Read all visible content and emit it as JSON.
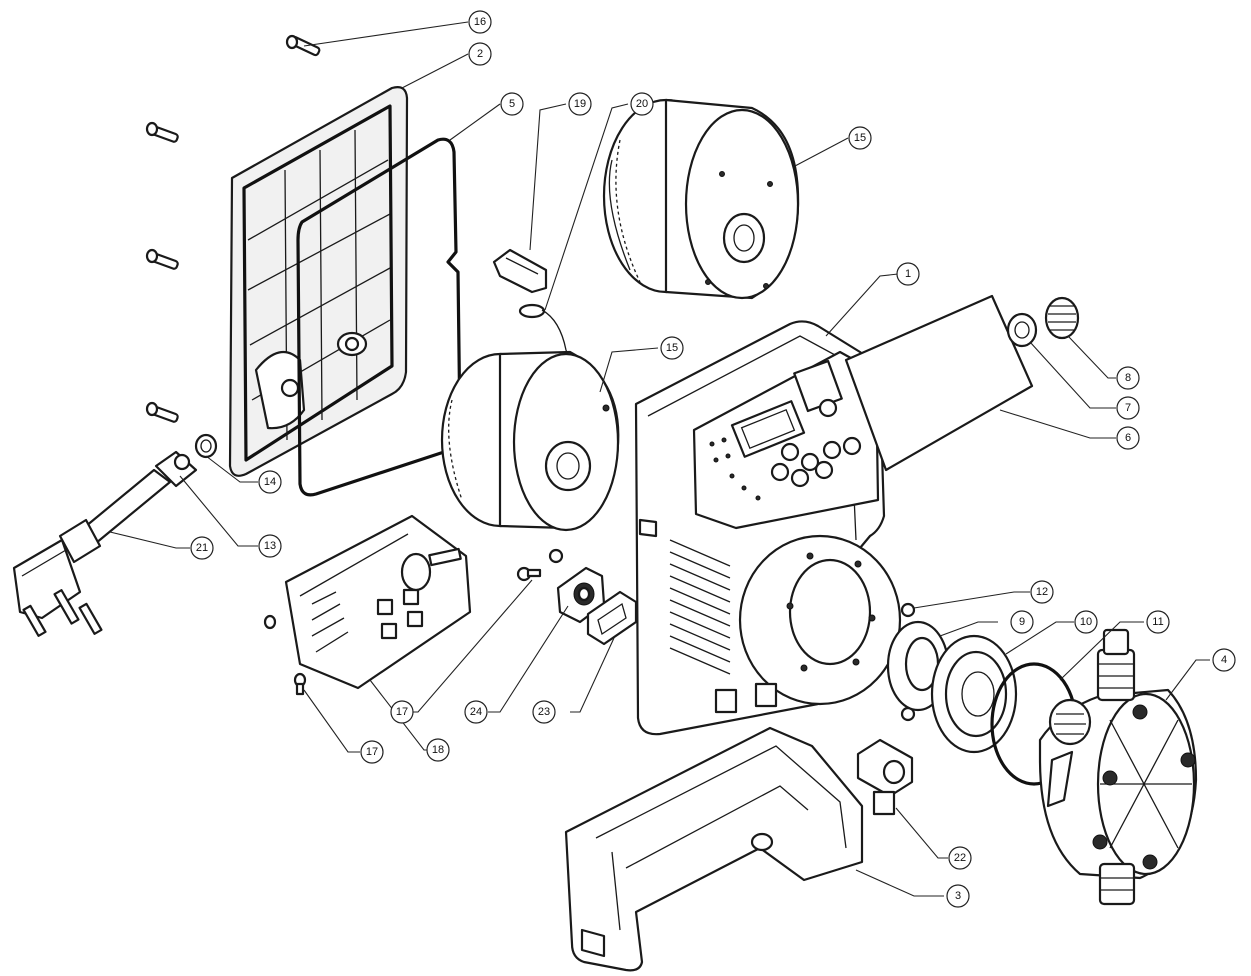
{
  "callouts": [
    {
      "id": "c16",
      "label": "16"
    },
    {
      "id": "c2",
      "label": "2"
    },
    {
      "id": "c5",
      "label": "5"
    },
    {
      "id": "c19",
      "label": "19"
    },
    {
      "id": "c20",
      "label": "20"
    },
    {
      "id": "c15a",
      "label": "15"
    },
    {
      "id": "c15b",
      "label": "15"
    },
    {
      "id": "c1",
      "label": "1"
    },
    {
      "id": "c8",
      "label": "8"
    },
    {
      "id": "c7",
      "label": "7"
    },
    {
      "id": "c6",
      "label": "6"
    },
    {
      "id": "c14",
      "label": "14"
    },
    {
      "id": "c13",
      "label": "13"
    },
    {
      "id": "c21",
      "label": "21"
    },
    {
      "id": "c12",
      "label": "12"
    },
    {
      "id": "c9",
      "label": "9"
    },
    {
      "id": "c10",
      "label": "10"
    },
    {
      "id": "c11",
      "label": "11"
    },
    {
      "id": "c4",
      "label": "4"
    },
    {
      "id": "c17a",
      "label": "17"
    },
    {
      "id": "c24",
      "label": "24"
    },
    {
      "id": "c23",
      "label": "23"
    },
    {
      "id": "c17b",
      "label": "17"
    },
    {
      "id": "c18",
      "label": "18"
    },
    {
      "id": "c22",
      "label": "22"
    },
    {
      "id": "c3",
      "label": "3"
    }
  ]
}
